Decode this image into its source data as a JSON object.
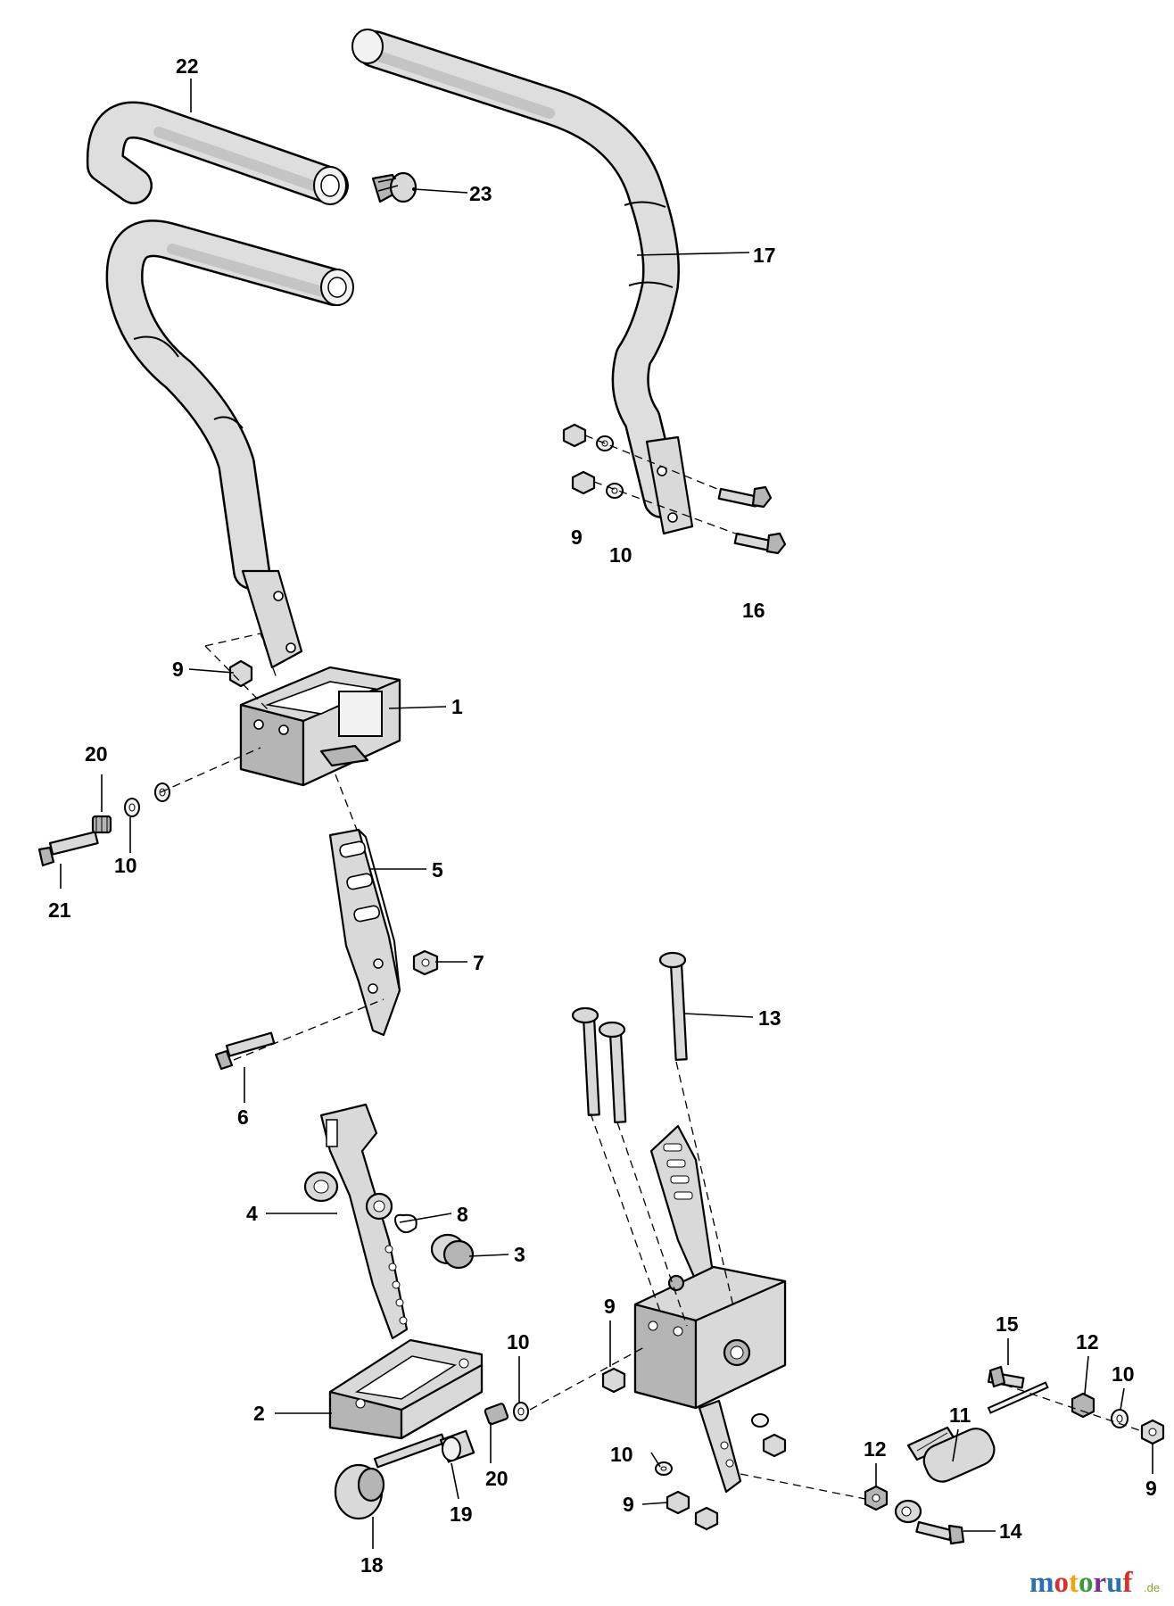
{
  "diagram": {
    "callouts": [
      {
        "id": "c22",
        "label": "22"
      },
      {
        "id": "c23",
        "label": "23"
      },
      {
        "id": "c17",
        "label": "17"
      },
      {
        "id": "c9a",
        "label": "9"
      },
      {
        "id": "c10a",
        "label": "10"
      },
      {
        "id": "c16",
        "label": "16"
      },
      {
        "id": "c9b",
        "label": "9"
      },
      {
        "id": "c1",
        "label": "1"
      },
      {
        "id": "c20a",
        "label": "20"
      },
      {
        "id": "c10b",
        "label": "10"
      },
      {
        "id": "c21",
        "label": "21"
      },
      {
        "id": "c5",
        "label": "5"
      },
      {
        "id": "c7",
        "label": "7"
      },
      {
        "id": "c13",
        "label": "13"
      },
      {
        "id": "c6",
        "label": "6"
      },
      {
        "id": "c4",
        "label": "4"
      },
      {
        "id": "c8",
        "label": "8"
      },
      {
        "id": "c3",
        "label": "3"
      },
      {
        "id": "c9c",
        "label": "9"
      },
      {
        "id": "c10c",
        "label": "10"
      },
      {
        "id": "c15",
        "label": "15"
      },
      {
        "id": "c12a",
        "label": "12"
      },
      {
        "id": "c10d",
        "label": "10"
      },
      {
        "id": "c2",
        "label": "2"
      },
      {
        "id": "c11",
        "label": "11"
      },
      {
        "id": "c20b",
        "label": "20"
      },
      {
        "id": "c19",
        "label": "19"
      },
      {
        "id": "c10e",
        "label": "10"
      },
      {
        "id": "c12b",
        "label": "12"
      },
      {
        "id": "c9d",
        "label": "9"
      },
      {
        "id": "c9e",
        "label": "9"
      },
      {
        "id": "c14",
        "label": "14"
      },
      {
        "id": "c18",
        "label": "18"
      }
    ]
  },
  "watermark": {
    "text": "motoruf",
    "suffix": ".de",
    "colors": [
      "#2b6fb4",
      "#d8312b",
      "#f2a20c",
      "#3c9a3a",
      "#7b2f8f",
      "#2b6fb4",
      "#d8312b"
    ]
  }
}
